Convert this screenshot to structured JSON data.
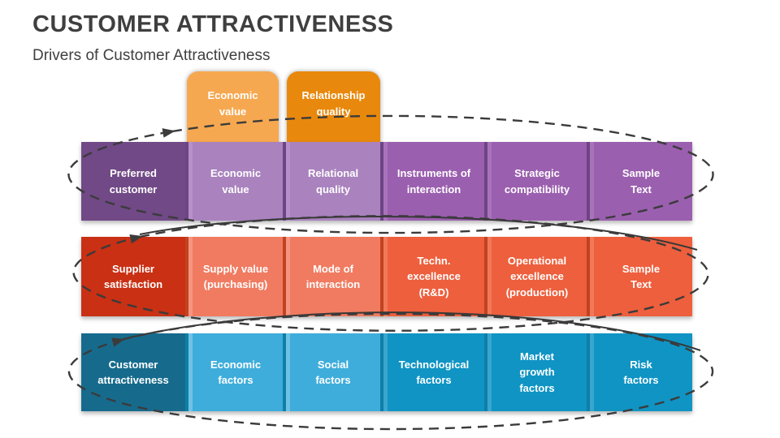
{
  "slide": {
    "title": "CUSTOMER ATTRACTIVENESS",
    "subtitle": "Drivers of Customer Attractiveness"
  },
  "tabs": [
    {
      "label": "Economic\nvalue"
    },
    {
      "label": "Relationship\nquality"
    }
  ],
  "rows": [
    {
      "header": "Preferred\ncustomer",
      "items": [
        "Economic\nvalue",
        "Relational\nquality",
        "Instruments of\ninteraction",
        "Strategic\ncompatibility",
        "Sample\nText"
      ]
    },
    {
      "header": "Supplier\nsatisfaction",
      "items": [
        "Supply value\n(purchasing)",
        "Mode of\ninteraction",
        "Techn.\nexcellence\n(R&D)",
        "Operational\nexcellence\n(production)",
        "Sample\nText"
      ]
    },
    {
      "header": "Customer\nattractiveness",
      "items": [
        "Economic\nfactors",
        "Social\nfactors",
        "Technological\nfactors",
        "Market\ngrowth\nfactors",
        "Risk\nfactors"
      ]
    }
  ],
  "palette": {
    "tab_light_orange": "#F6A851",
    "tab_dark_orange": "#E8890D",
    "purple_header": "#714986",
    "purple_light": "#A982BE",
    "purple_medium": "#9B5FAF",
    "red_header": "#C93014",
    "red_light": "#F07B61",
    "red_medium": "#EE5F3D",
    "blue_header": "#166B8D",
    "blue_light": "#3EADDB",
    "blue_medium": "#0F94C4",
    "annotation_gray": "#3B3B3B",
    "title_gray": "#3F3F3F"
  }
}
